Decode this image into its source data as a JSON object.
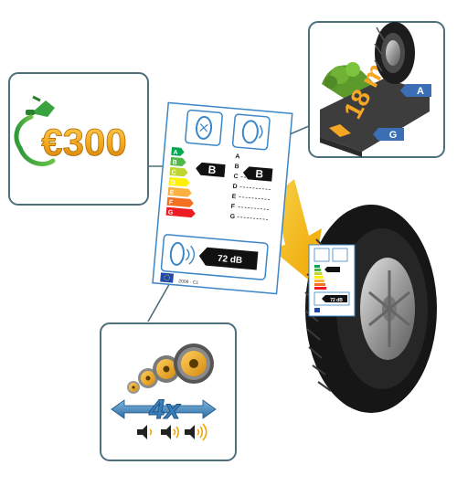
{
  "fuel_panel": {
    "price": "€300"
  },
  "road_panel": {
    "road_marking": "18 m",
    "label_top": "A",
    "label_bottom": "G"
  },
  "eu_label": {
    "fuel_grades": [
      "A",
      "B",
      "C",
      "D",
      "E",
      "F",
      "G"
    ],
    "fuel_rating": "B",
    "wet_grades": [
      "A",
      "B",
      "C",
      "D",
      "E",
      "F",
      "G"
    ],
    "wet_rating": "B",
    "noise_value": "72 dB",
    "regulation": "2009 - C1"
  },
  "mini_label": {
    "noise_value": "72 dB"
  },
  "noise_panel": {
    "multiplier": "4x"
  },
  "colors": {
    "panel_border": "#4e6f7c",
    "label_border": "#3b86c6",
    "accent_arrow": "#f4b400",
    "grade_a": "#00a651",
    "grade_b": "#50b848",
    "grade_c": "#bed630",
    "grade_d": "#fff200",
    "grade_e": "#fbb040",
    "grade_f": "#f37021",
    "grade_g": "#ed1c24",
    "road_marking": "#f5a623",
    "grade_tab": "#3a6fb6"
  },
  "icons": [
    "fuel-pump-icon",
    "tyre-icon",
    "wet-grip-icon",
    "noise-tyre-icon",
    "eu-flag-icon",
    "speaker-icon",
    "sound-wave-icon"
  ]
}
